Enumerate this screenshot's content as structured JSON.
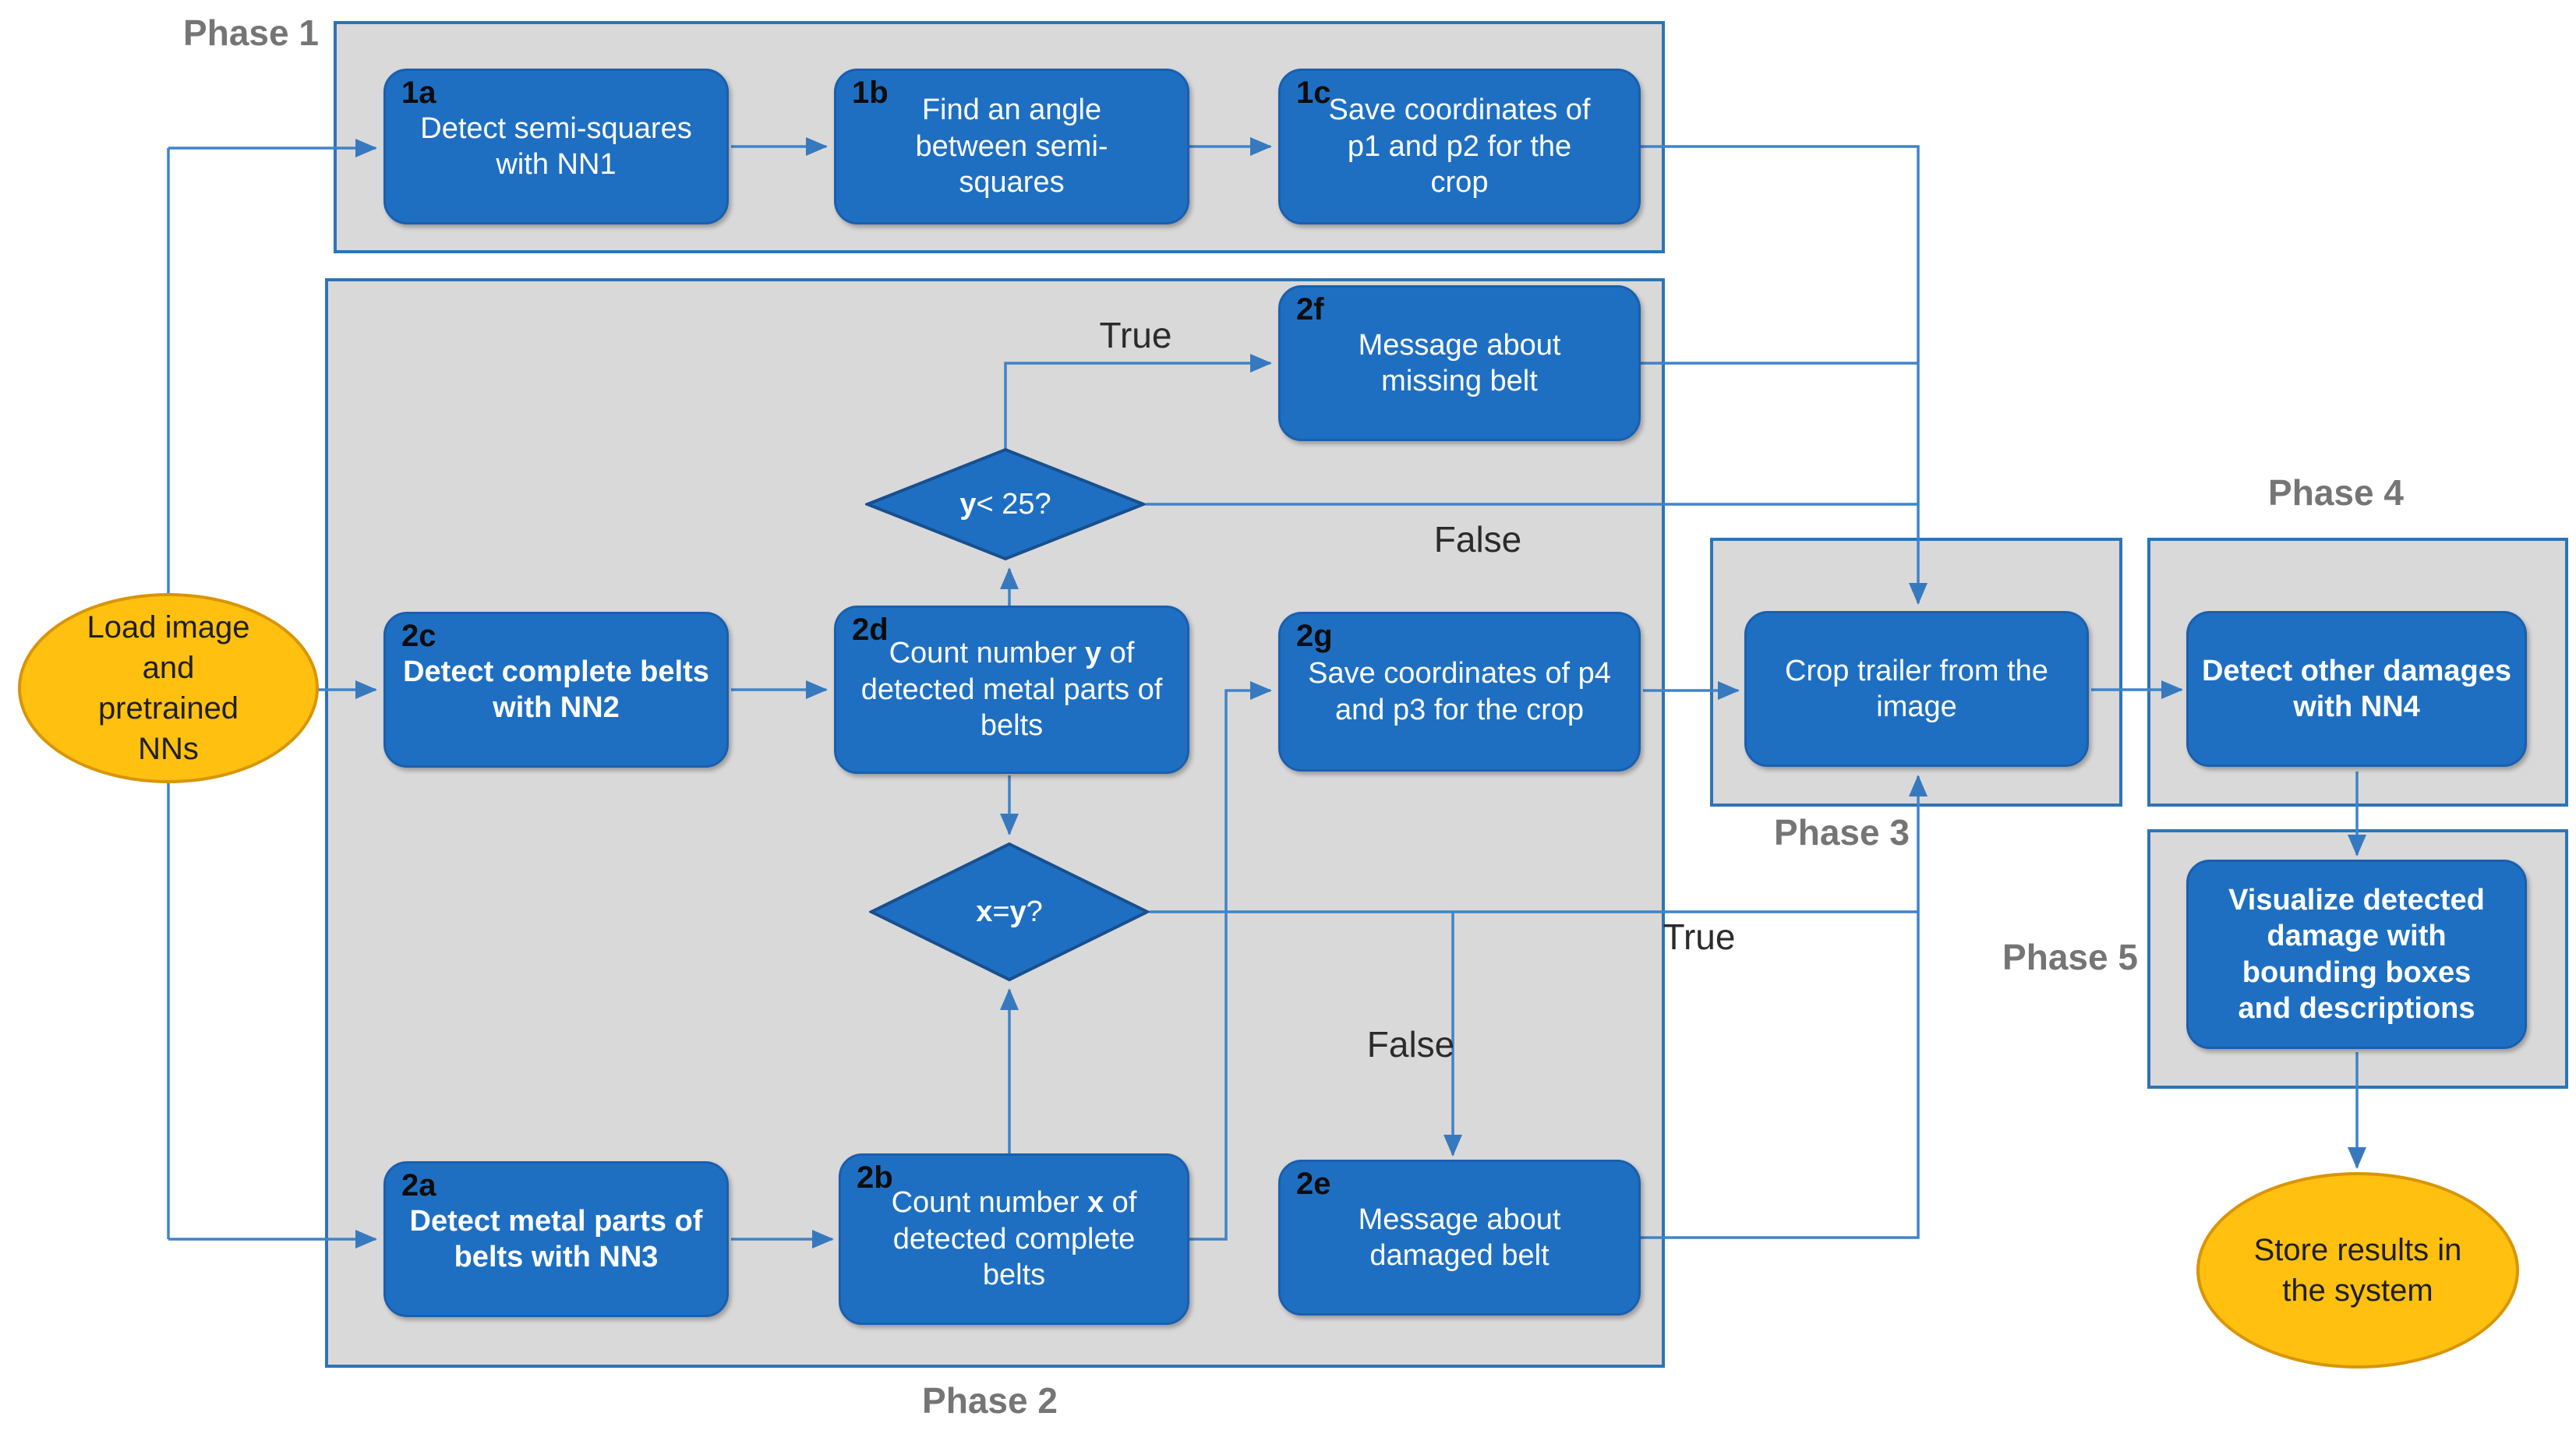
{
  "diagram_type": "flowchart",
  "colors": {
    "process_fill": "#1e6fc2",
    "process_border": "#1a5fae",
    "container_fill": "#d9d9d9",
    "container_border": "#2e74b5",
    "connector": "#3f83cb",
    "terminal_fill": "#ffc010",
    "terminal_border": "#d89508",
    "phase_label": "#757575",
    "process_text": "#ffffff",
    "tag_text": "#0d0d0d"
  },
  "phases": {
    "p1": "Phase 1",
    "p2": "Phase 2",
    "p3": "Phase 3",
    "p4": "Phase 4",
    "p5": "Phase 5"
  },
  "terminals": {
    "start": {
      "text": "Load image and pretrained NNs"
    },
    "end": {
      "text": "Store results in the system"
    }
  },
  "nodes": {
    "n1a": {
      "tag": "1a",
      "text": "Detect semi-squares with NN1"
    },
    "n1b": {
      "tag": "1b",
      "text": "Find an angle between semi-squares"
    },
    "n1c": {
      "tag": "1c",
      "text": "Save coordinates of p1 and p2 for the crop"
    },
    "n2f": {
      "tag": "2f",
      "text": "Message about missing belt"
    },
    "n2c": {
      "tag": "2c",
      "text": "Detect complete belts with NN2"
    },
    "n2d": {
      "tag": "2d",
      "pre": "Count number ",
      "var": "y",
      "post": " of detected metal parts of belts"
    },
    "n2g": {
      "tag": "2g",
      "text": "Save coordinates of p4 and p3 for the crop"
    },
    "n2a": {
      "tag": "2a",
      "text": "Detect metal parts of belts with NN3"
    },
    "n2b": {
      "tag": "2b",
      "pre": "Count number ",
      "var": "x",
      "post": " of detected complete belts"
    },
    "n2e": {
      "tag": "2e",
      "text": "Message about damaged belt"
    },
    "crop": {
      "text": "Crop trailer from the image"
    },
    "detect": {
      "text": "Detect other damages with NN4"
    },
    "visualize": {
      "text": "Visualize detected damage with bounding boxes and descriptions"
    }
  },
  "decisions": {
    "d1": {
      "var": "y",
      "rest": " < 25?"
    },
    "d2": {
      "var1": "x",
      "mid": " = ",
      "var2": "y",
      "rest": "?"
    }
  },
  "branch_labels": {
    "d1_true": "True",
    "d1_false": "False",
    "d2_true": "True",
    "d2_false": "False"
  }
}
